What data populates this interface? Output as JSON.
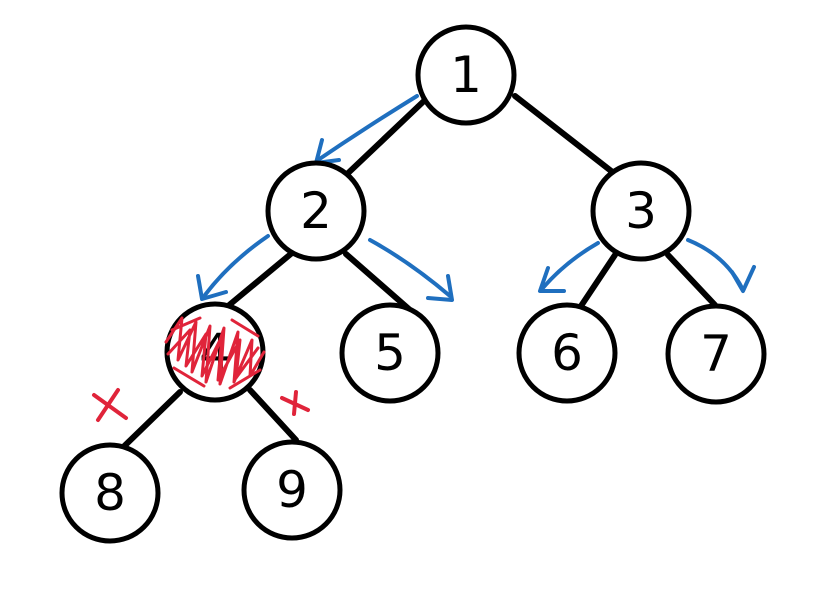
{
  "diagram": {
    "type": "binary-tree",
    "nodes": [
      {
        "id": "1",
        "label": "1"
      },
      {
        "id": "2",
        "label": "2"
      },
      {
        "id": "3",
        "label": "3"
      },
      {
        "id": "4",
        "label": "4",
        "crossed_out": true
      },
      {
        "id": "5",
        "label": "5"
      },
      {
        "id": "6",
        "label": "6"
      },
      {
        "id": "7",
        "label": "7"
      },
      {
        "id": "8",
        "label": "8"
      },
      {
        "id": "9",
        "label": "9"
      }
    ],
    "edges": [
      {
        "from": "1",
        "to": "2",
        "arrow": true
      },
      {
        "from": "1",
        "to": "3",
        "arrow": false
      },
      {
        "from": "2",
        "to": "4",
        "arrow": true
      },
      {
        "from": "2",
        "to": "5",
        "arrow": true
      },
      {
        "from": "3",
        "to": "6",
        "arrow": true
      },
      {
        "from": "3",
        "to": "7",
        "arrow": true
      },
      {
        "from": "4",
        "to": "8",
        "arrow": false,
        "marked_x": true
      },
      {
        "from": "4",
        "to": "9",
        "arrow": false,
        "marked_x": true
      }
    ],
    "colors": {
      "line": "#000000",
      "arrow": "#1f6fbf",
      "mark": "#e0243a"
    }
  }
}
